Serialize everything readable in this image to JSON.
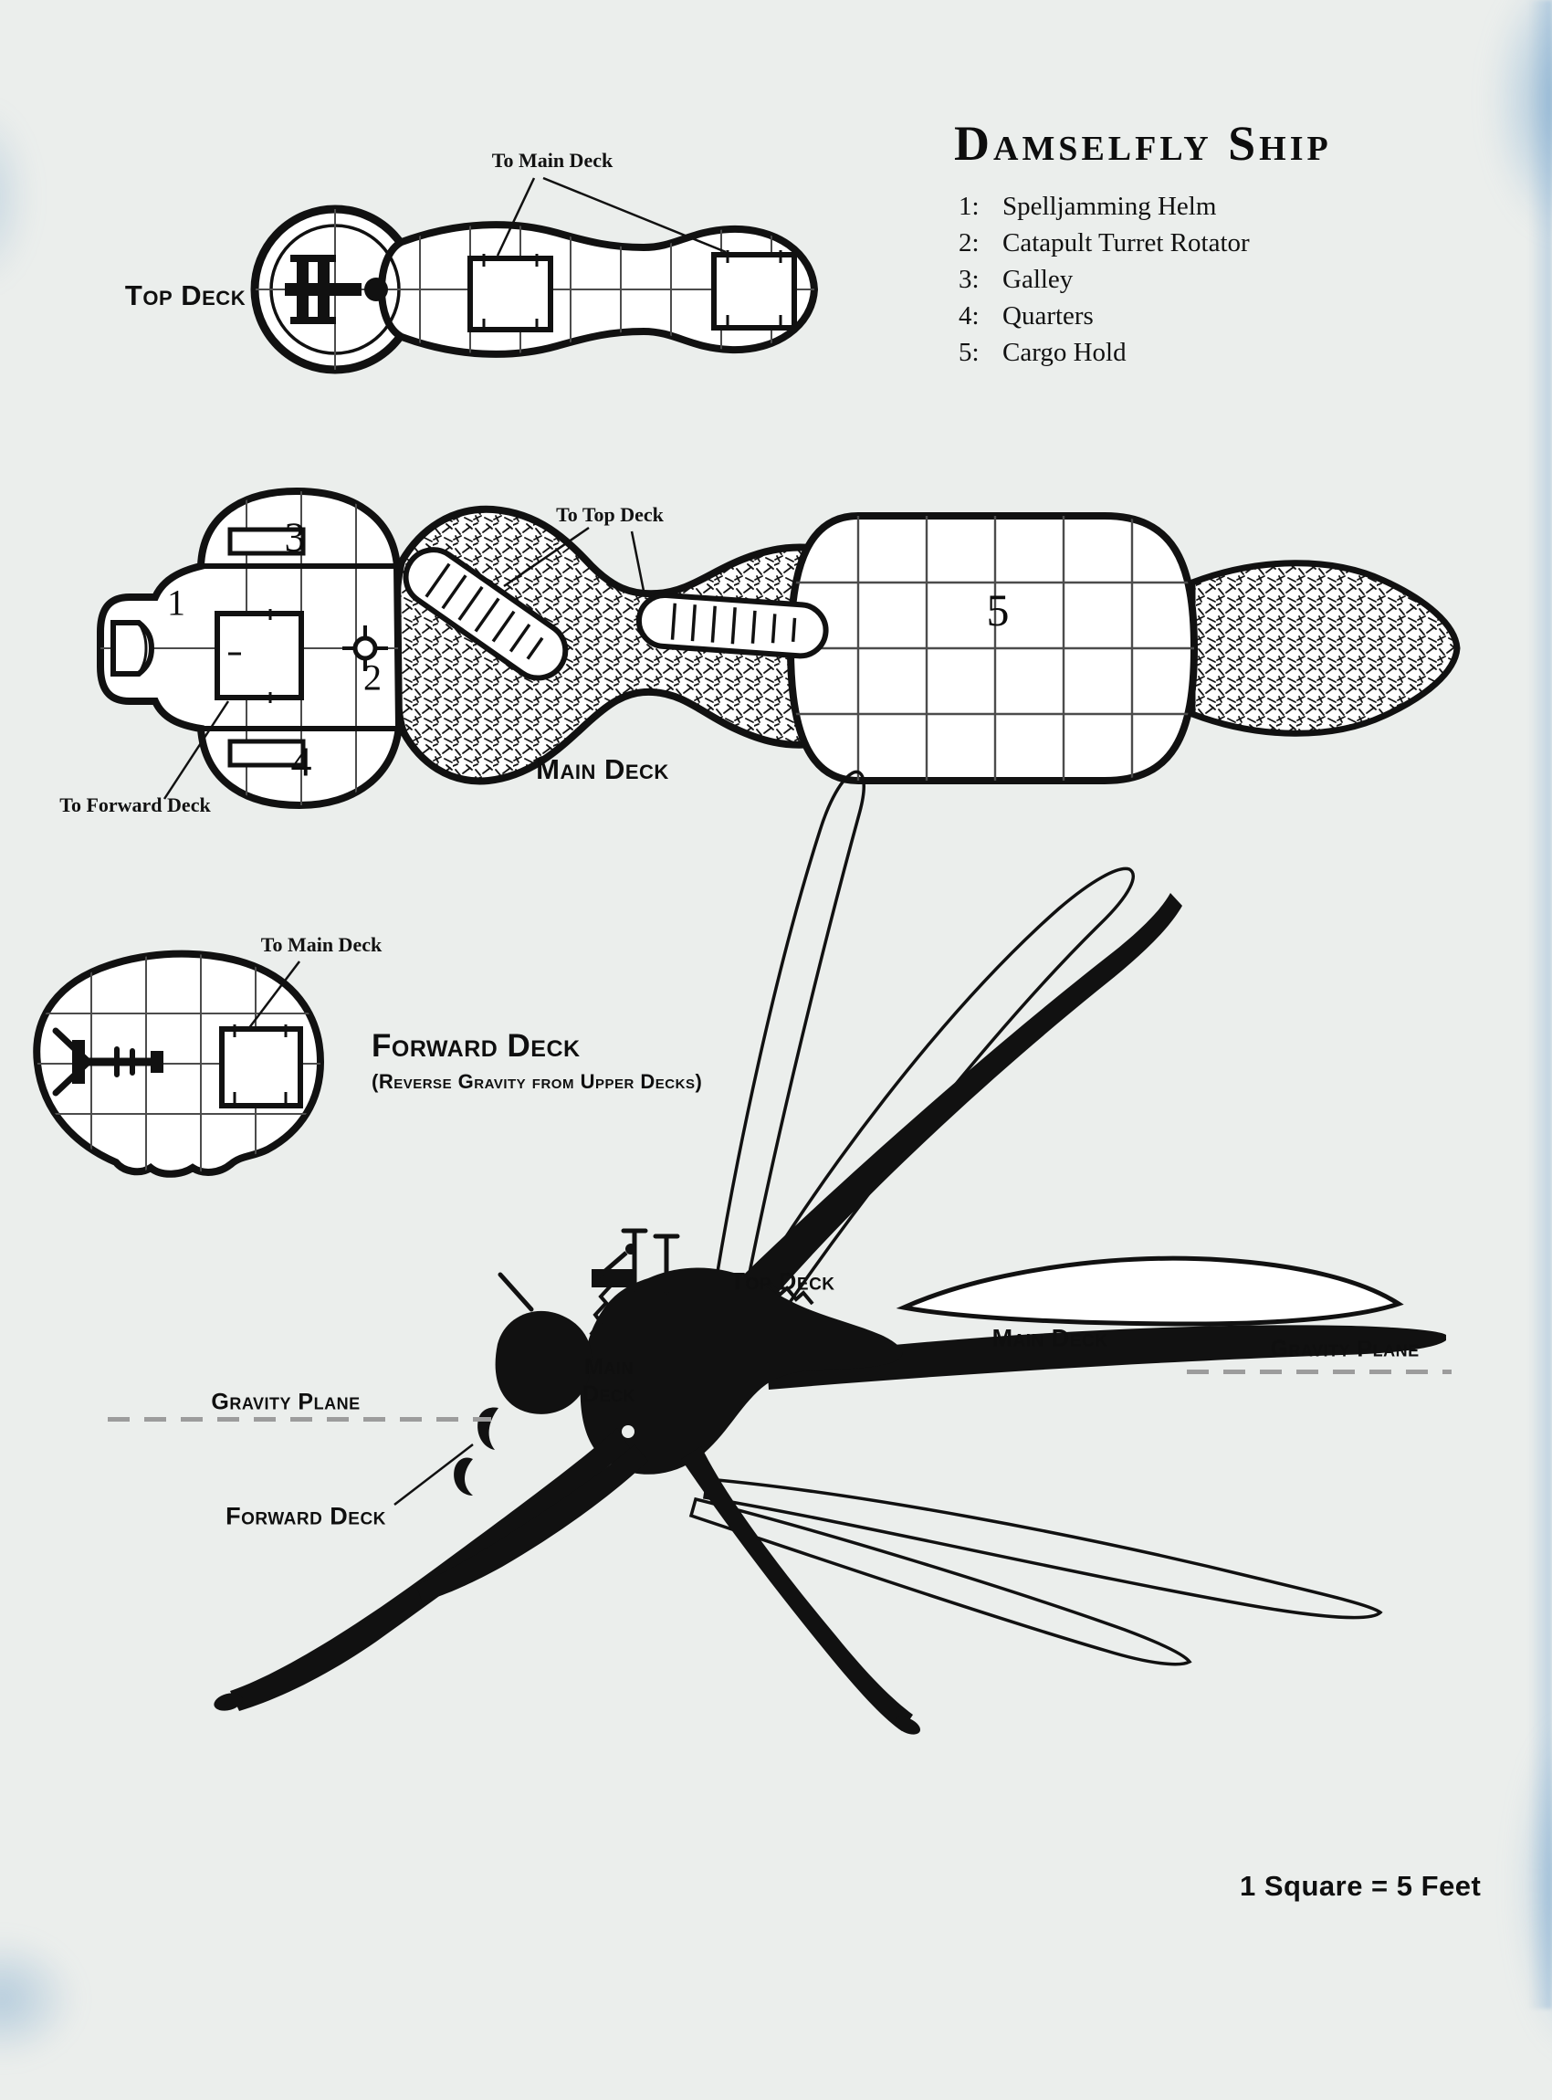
{
  "title": "Damselfly Ship",
  "legend": {
    "items": [
      {
        "num": "1:",
        "label": "Spelljamming Helm"
      },
      {
        "num": "2:",
        "label": "Catapult Turret Rotator"
      },
      {
        "num": "3:",
        "label": "Galley"
      },
      {
        "num": "4:",
        "label": "Quarters"
      },
      {
        "num": "5:",
        "label": "Cargo Hold"
      }
    ]
  },
  "top_deck": {
    "label": "Top Deck",
    "to_main_deck": "To Main Deck"
  },
  "main_deck": {
    "label": "Main Deck",
    "to_top_deck": "To Top Deck",
    "to_forward_deck": "To Forward Deck",
    "rooms": {
      "helm": "1",
      "catapult": "2",
      "galley": "3",
      "quarters": "4",
      "cargo": "5"
    }
  },
  "forward_deck": {
    "label": "Forward Deck",
    "note": "(Reverse Gravity from Upper Decks)",
    "to_main_deck": "To Main Deck"
  },
  "side_view": {
    "top_deck": "Top Deck",
    "main_deck_right": "Main Deck",
    "main_deck_left_line1": "Main",
    "main_deck_left_line2": "Deck",
    "forward_deck": "Forward Deck",
    "gravity_plane_left": "Gravity Plane",
    "gravity_plane_right": "Gravity Plane"
  },
  "scale_note": "1 Square = 5 Feet",
  "colors": {
    "ink": "#111111",
    "paper": "#ebeeec",
    "wash_blue": "#6c9cc6",
    "gravity_dash": "#9c9c9c"
  }
}
